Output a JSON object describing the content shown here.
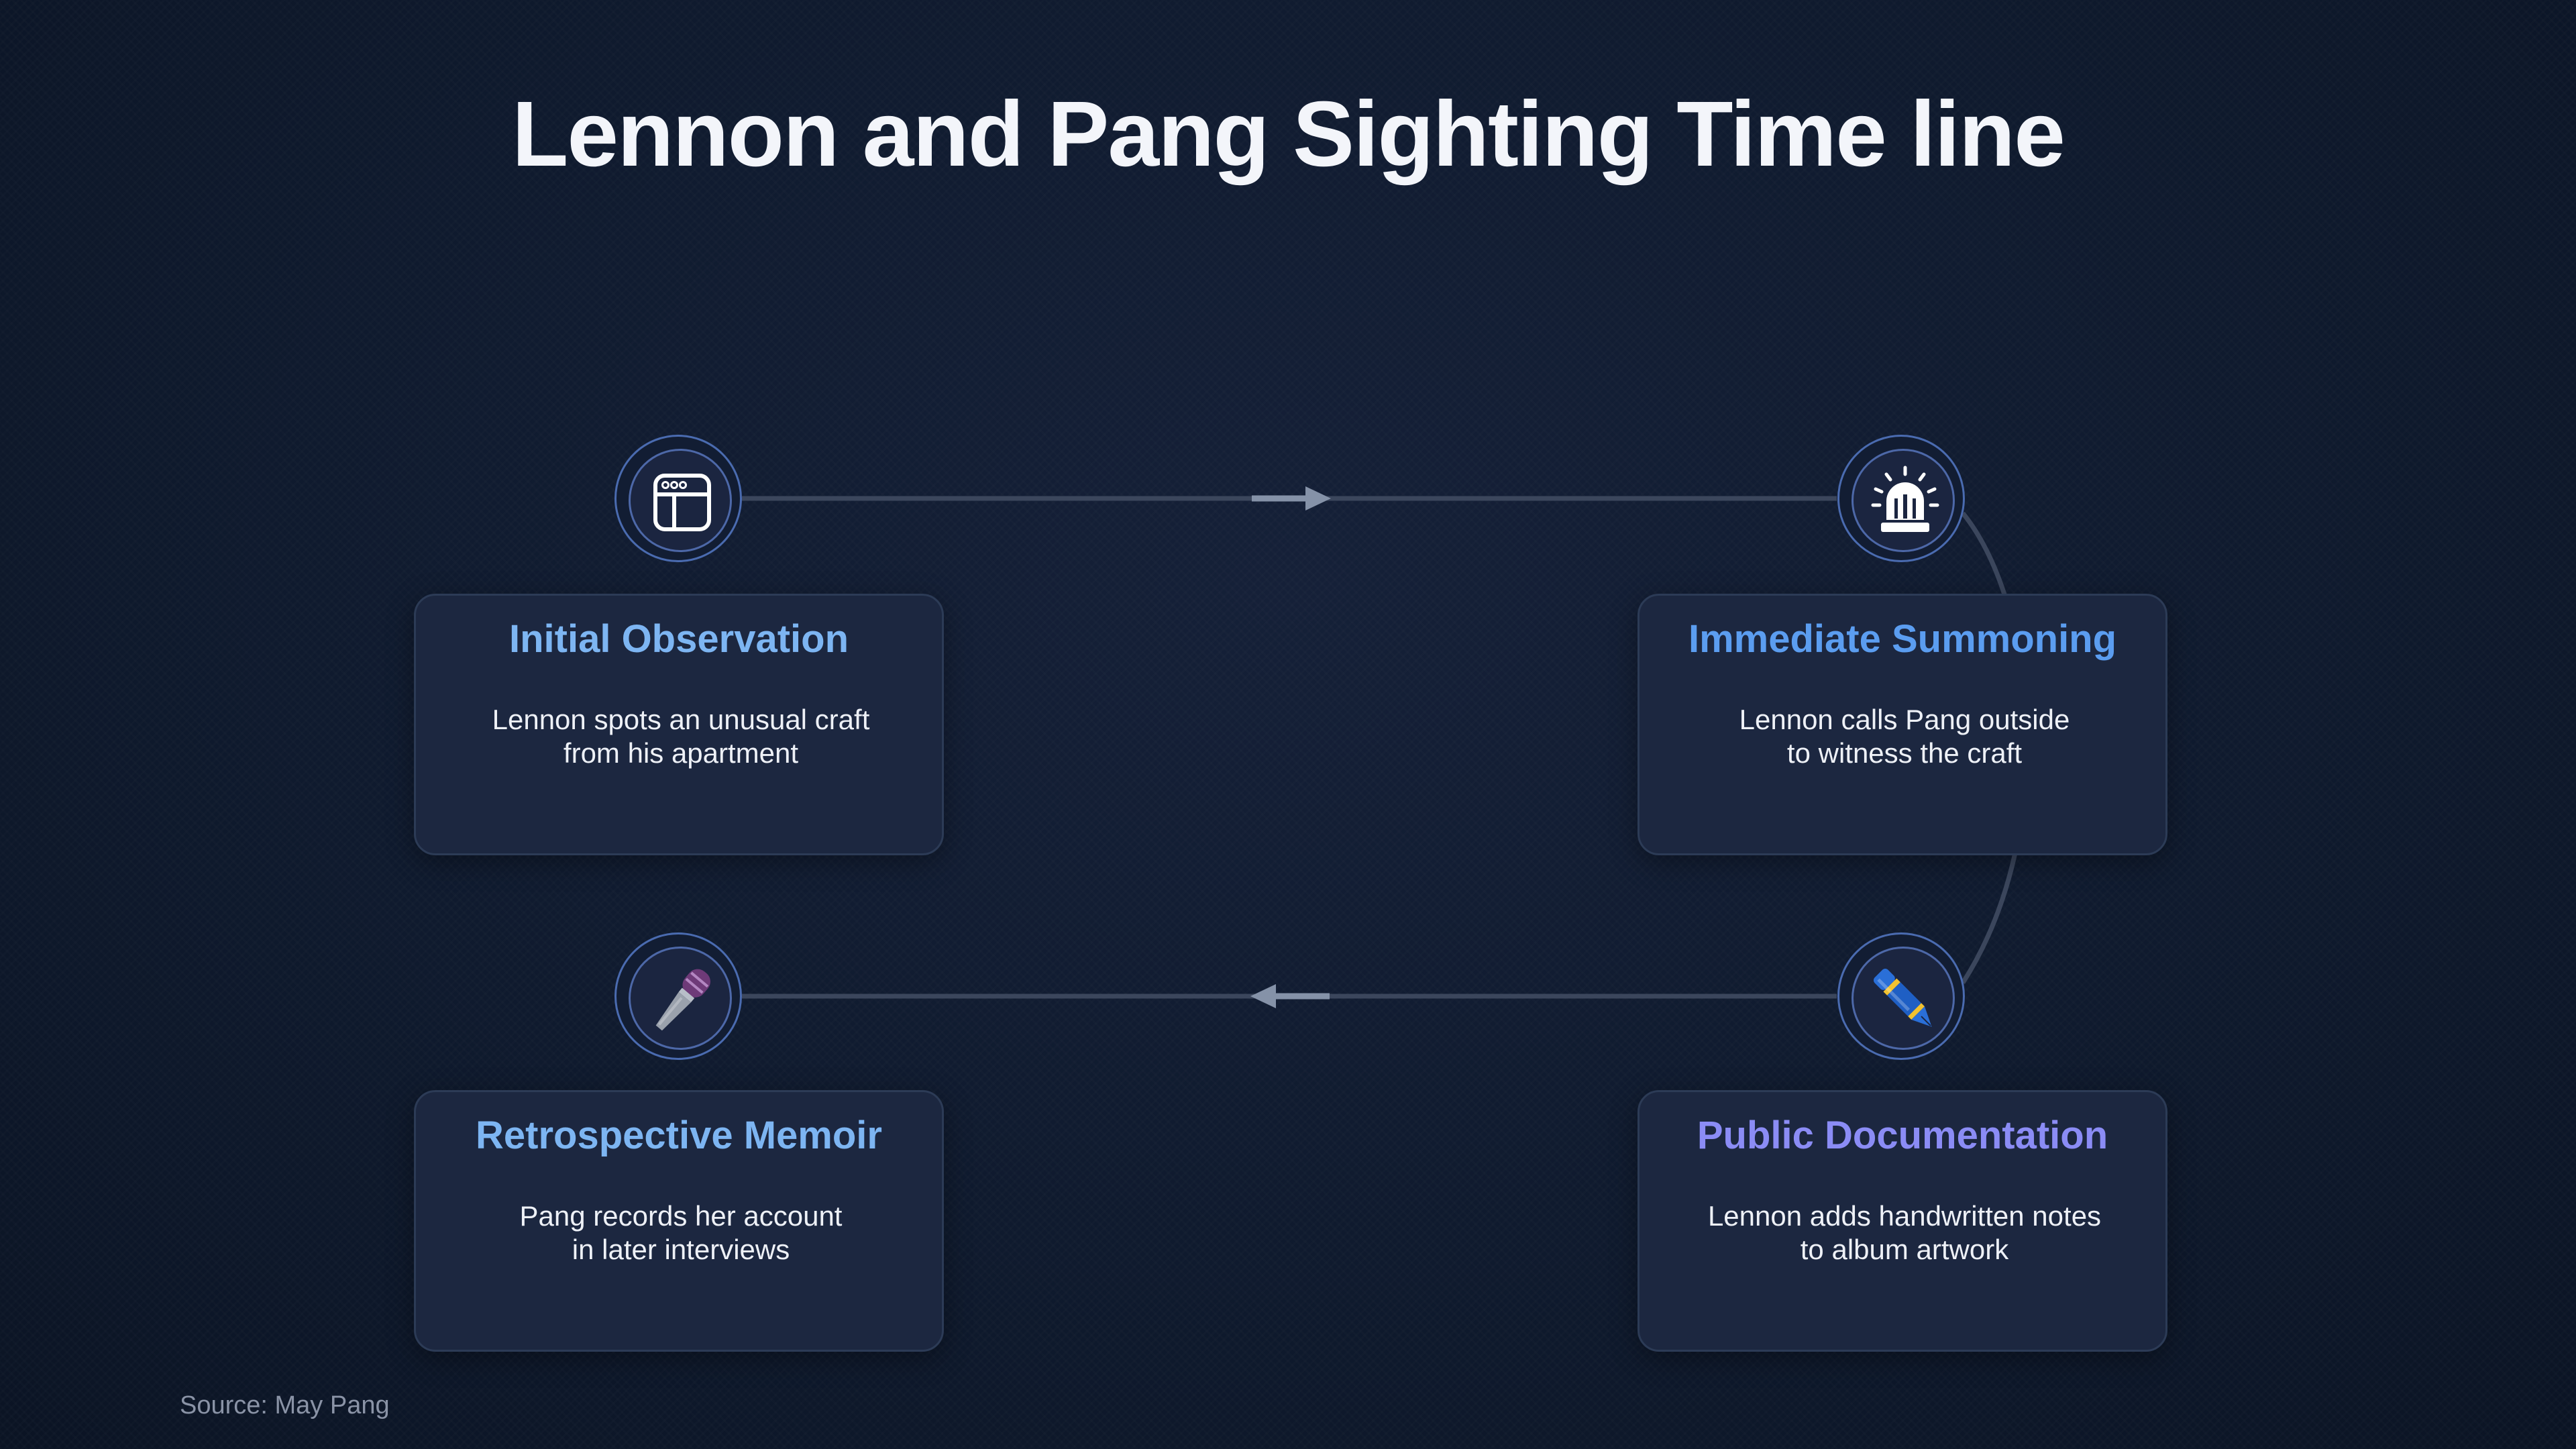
{
  "title": "Lennon and Pang Sighting Time line",
  "colors": {
    "connector": "#3b465c",
    "arrow": "#8592a8",
    "title_blue": "#7db5f2",
    "title_blue_mid": "#5b9df0",
    "title_violet": "#8b8cf5"
  },
  "steps": [
    {
      "title": "Initial Observation",
      "description": "Lennon spots an unusual craft\nfrom his apartment",
      "icon": "browser-window-icon",
      "title_color": "#7db5f2"
    },
    {
      "title": "Immediate Summoning",
      "description": "Lennon calls Pang outside\nto witness the craft",
      "icon": "alarm-siren-icon",
      "title_color": "#5b9df0"
    },
    {
      "title": "Public Documentation",
      "description": "Lennon adds handwritten notes\nto album artwork",
      "icon": "fountain-pen-icon",
      "title_color": "#8b8cf5"
    },
    {
      "title": "Retrospective Memoir",
      "description": "Pang records her account\nin later interviews",
      "icon": "microphone-icon",
      "title_color": "#7db5f2"
    }
  ],
  "source": "Source: May Pang"
}
